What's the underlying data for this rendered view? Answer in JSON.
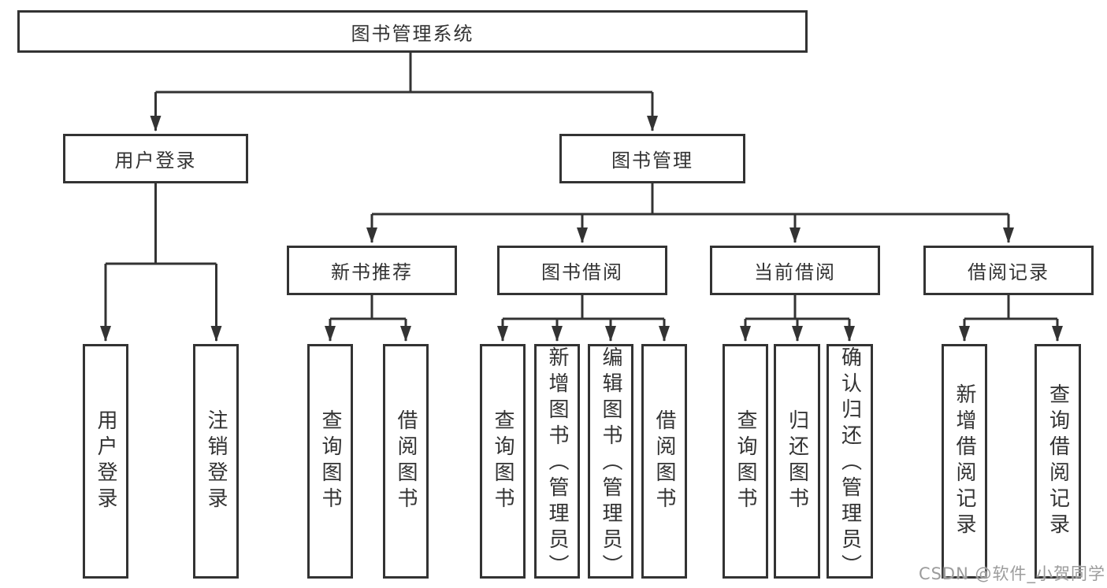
{
  "diagram": {
    "root": {
      "label": "图书管理系统"
    },
    "level2": [
      {
        "label": "用户登录",
        "leaves": [
          {
            "label": "用户登录"
          },
          {
            "label": "注销登录"
          }
        ]
      },
      {
        "label": "图书管理",
        "children": [
          {
            "label": "新书推荐",
            "leaves": [
              {
                "label": "查询图书"
              },
              {
                "label": "借阅图书"
              }
            ]
          },
          {
            "label": "图书借阅",
            "leaves": [
              {
                "label": "查询图书"
              },
              {
                "label": "新增图书（管理员）"
              },
              {
                "label": "编辑图书（管理员）"
              },
              {
                "label": "借阅图书"
              }
            ]
          },
          {
            "label": "当前借阅",
            "leaves": [
              {
                "label": "查询图书"
              },
              {
                "label": "归还图书"
              },
              {
                "label": "确认归还（管理员）"
              }
            ]
          },
          {
            "label": "借阅记录",
            "leaves": [
              {
                "label": "新增借阅记录"
              },
              {
                "label": "查询借阅记录"
              }
            ]
          }
        ]
      }
    ]
  },
  "watermark": "CSDN @软件_小贺同学",
  "colors": {
    "line": "#333333",
    "box_border": "#333333",
    "text": "#333333",
    "watermark_text": "#9c9c9c",
    "background": "#ffffff"
  }
}
